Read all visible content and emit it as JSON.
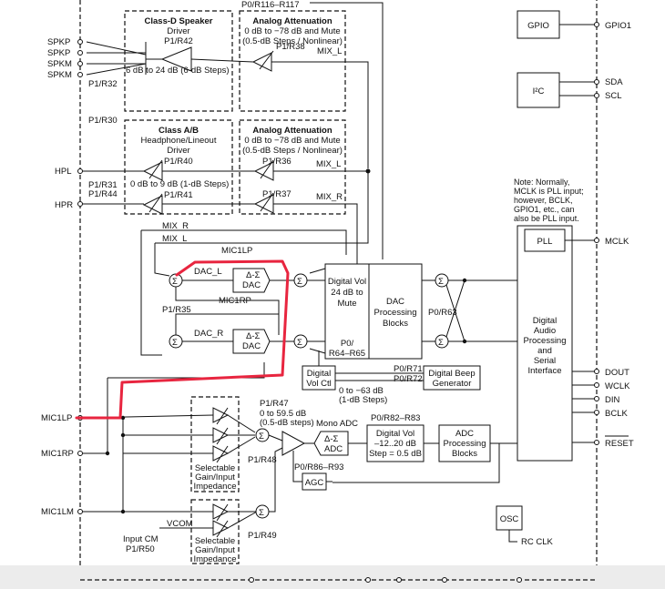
{
  "top": {
    "reg": "P0/R116–R117"
  },
  "speaker": {
    "title": "Class-D Speaker",
    "sub": "Driver",
    "reg": "P1/R42",
    "gain": "6 dB to 24 dB  (6-dB Steps)"
  },
  "atten1": {
    "title": "Analog Attenuation",
    "l1": "0 dB to −78 dB and Mute",
    "l2": "(0.5-dB Steps / Nonlinear)",
    "reg": "P1/R38",
    "mix": "MIX_L"
  },
  "hp": {
    "title": "Class A/B",
    "l1": "Headphone/Lineout",
    "l2": "Driver",
    "reg1": "P1/R40",
    "gain": "0 dB to 9 dB  (1-dB Steps)",
    "reg2": "P1/R41"
  },
  "atten2": {
    "title": "Analog Attenuation",
    "l1": "0 dB to −78 dB and Mute",
    "l2": "(0.5-dB Steps / Nonlinear)",
    "reg1": "P1/R36",
    "mix1": "MIX_L",
    "reg2": "P1/R37",
    "mix2": "MIX_R"
  },
  "pins_left": {
    "spkp1": "SPKP",
    "spkp2": "SPKP",
    "spkm1": "SPKM",
    "spkm2": "SPKM",
    "p1r32": "P1/R32",
    "p1r30": "P1/R30",
    "hpl": "HPL",
    "p1r31": "P1/R31",
    "p1r44": "P1/R44",
    "hpr": "HPR"
  },
  "mix": {
    "mix_r": "MIX_R",
    "mix_l": "MIX_L",
    "mic1lp": "MIC1LP",
    "mic1rp": "MIC1RP",
    "dac_l": "DAC_L",
    "dac_r": "DAC_R",
    "p1r35": "P1/R35"
  },
  "dac": {
    "sym": "Δ-Σ",
    "label": "DAC"
  },
  "sum": "Σ",
  "digvol": {
    "l1": "Digital Vol",
    "l2": "24 dB to",
    "l3": "Mute",
    "l4": "P0/",
    "l5": "R64–R65"
  },
  "dacproc": {
    "l1": "DAC",
    "l2": "Processing",
    "l3": "Blocks"
  },
  "p0r63": "P0/R63",
  "volctl": {
    "l1": "Digital",
    "l2": "Vol Ctl"
  },
  "beep": {
    "r71": "P0/R71",
    "r72": "P0/R72",
    "l1": "Digital Beep",
    "l2": "Generator",
    "range1": "0 to −63 dB",
    "range2": "(1-dB Steps)"
  },
  "adcpath": {
    "p1r47": "P1/R47",
    "gain1": "0 to 59.5 dB",
    "gain2": "(0.5-dB steps)",
    "p1r48": "P1/R48",
    "p1r49": "P1/R49",
    "mono": "Mono ADC",
    "adc_label": "ADC",
    "r82": "P0/R82–R83",
    "dv1": "Digital Vol",
    "dv2": "–12..20 dB",
    "dv3": "Step = 0.5 dB",
    "ap1": "ADC",
    "ap2": "Processing",
    "ap3": "Blocks",
    "r86": "P0/R86–R93",
    "agc": "AGC"
  },
  "selgain": {
    "l1": "Selectable",
    "l2": "Gain/Input",
    "l3": "Impedance"
  },
  "pins_in": {
    "mic1lp": "MIC1LP",
    "mic1rp": "MIC1RP",
    "mic1lm": "MIC1LM",
    "vcom": "VCOM",
    "incm1": "Input CM",
    "incm2": "P1/R50"
  },
  "gpio": {
    "label": "GPIO",
    "pin": "GPIO1"
  },
  "i2c": {
    "label": "I²C",
    "sda": "SDA",
    "scl": "SCL"
  },
  "note": {
    "l1": "Note: Normally,",
    "l2": "MCLK is PLL input;",
    "l3": "however, BCLK,",
    "l4": "GPIO1, etc., can",
    "l5": "also be PLL input."
  },
  "pll": {
    "label": "PLL",
    "pin": "MCLK"
  },
  "serial": {
    "l1": "Digital",
    "l2": "Audio",
    "l3": "Processing",
    "l4": "and",
    "l5": "Serial",
    "l6": "Interface"
  },
  "pins_right": {
    "dout": "DOUT",
    "wclk": "WCLK",
    "din": "DIN",
    "bclk": "BCLK",
    "reset": "RESET"
  },
  "osc": {
    "label": "OSC",
    "rc": "RC CLK"
  },
  "highlight_color": "#e8253f"
}
